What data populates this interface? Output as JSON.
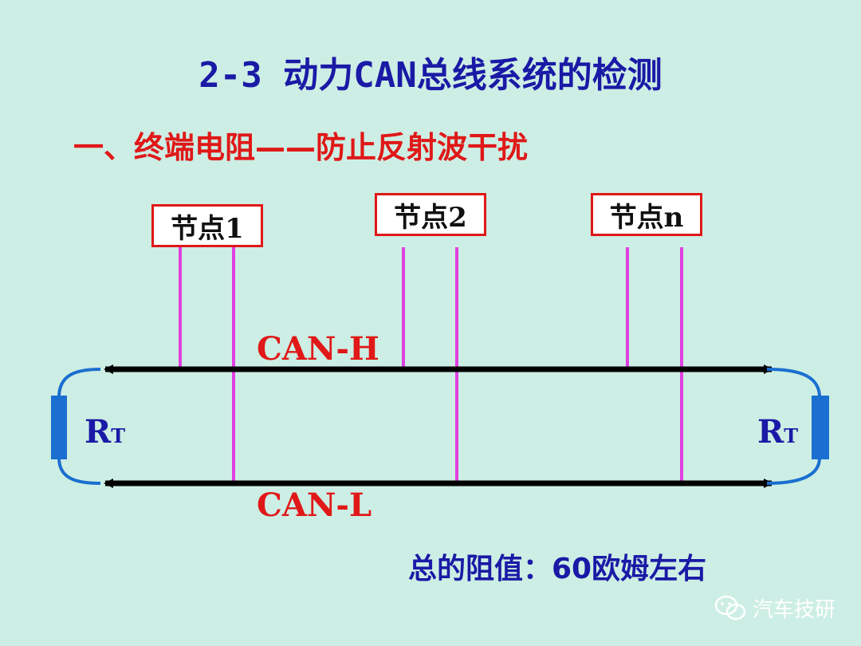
{
  "title": "2-3 动力CAN总线系统的检测",
  "subtitle": "一、终端电阻——防止反射波干扰",
  "nodes": [
    {
      "label": "节点1"
    },
    {
      "label": "节点2"
    },
    {
      "label": "节点n"
    }
  ],
  "bus": {
    "high_label": "CAN-H",
    "low_label": "CAN-L"
  },
  "resistors": {
    "left": {
      "main": "R",
      "sub": "T"
    },
    "right": {
      "main": "R",
      "sub": "T"
    }
  },
  "total_resistance": "总的阻值：60欧姆左右",
  "watermark": {
    "text": "汽车技研",
    "icon": "wechat-icon"
  },
  "colors": {
    "background": "#cdeee4",
    "title": "#1a1aa6",
    "accent_red": "#e01818",
    "stub": "#e040e0",
    "resistor": "#1a6fd0",
    "bus": "#000000"
  }
}
